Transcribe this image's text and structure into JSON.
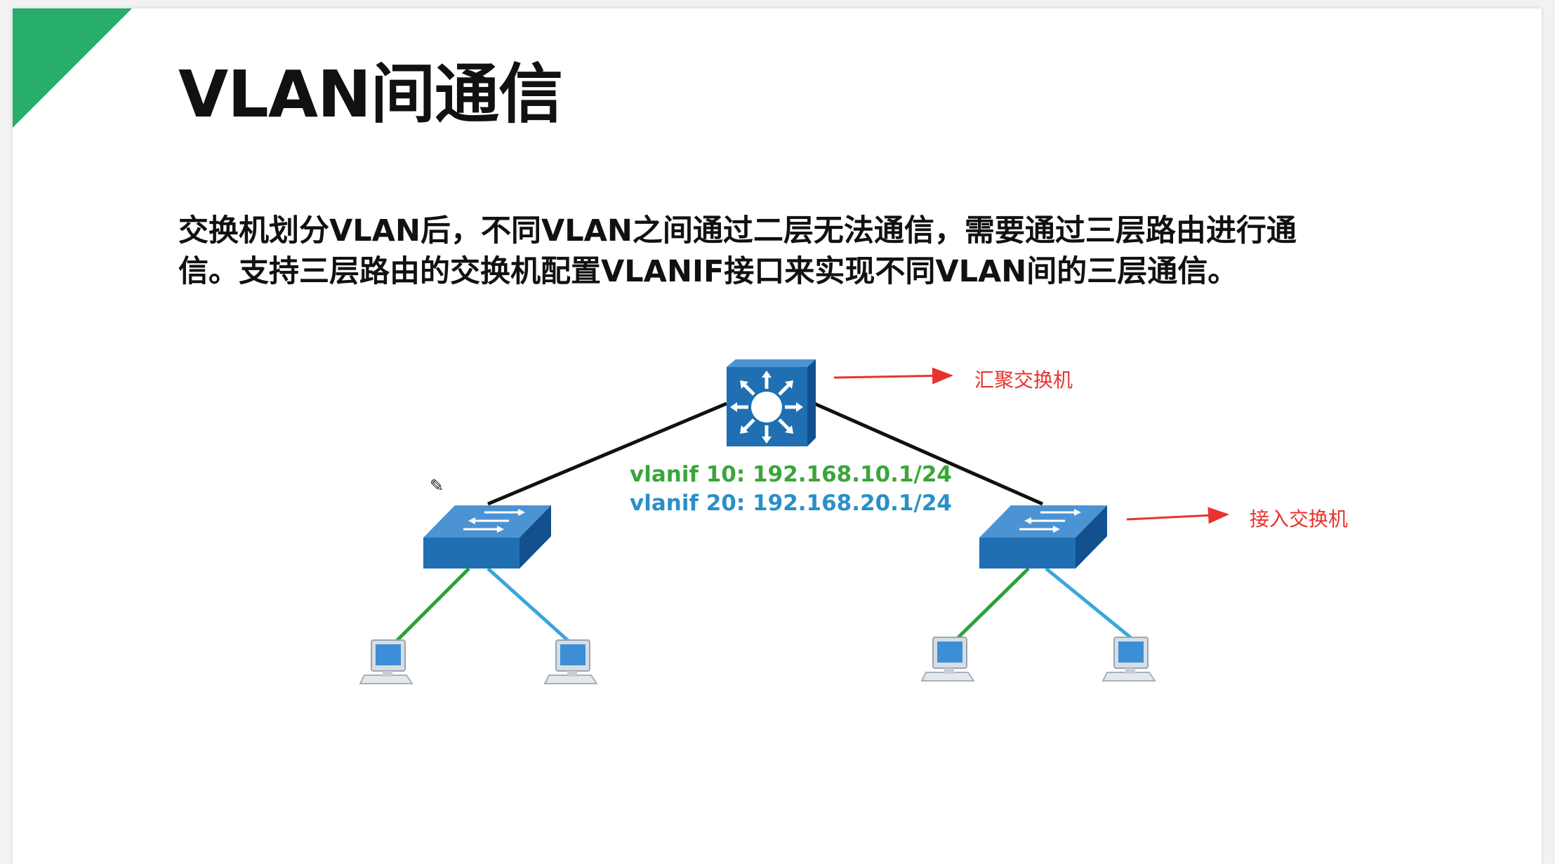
{
  "title": "VLAN间通信",
  "description": {
    "line1": "交换机划分VLAN后，不同VLAN之间通过二层无法通信，需要通过三层路由进行通",
    "line2": "信。支持三层路由的交换机配置VLANIF接口来实现不同VLAN间的三层通信。"
  },
  "diagram": {
    "vlanif_lines": [
      "vlanif 10:  192.168.10.1/24",
      "vlanif 20:  192.168.20.1/24"
    ],
    "annotations": {
      "aggregation_switch": "汇聚交换机",
      "access_switch": "接入交换机"
    }
  },
  "colors": {
    "accent_green": "#27ae6b",
    "vlan10": "#3aa639",
    "vlan20": "#2a8fc7",
    "annotation_red": "#e8332e",
    "switch_blue": "#1f6fb2"
  }
}
